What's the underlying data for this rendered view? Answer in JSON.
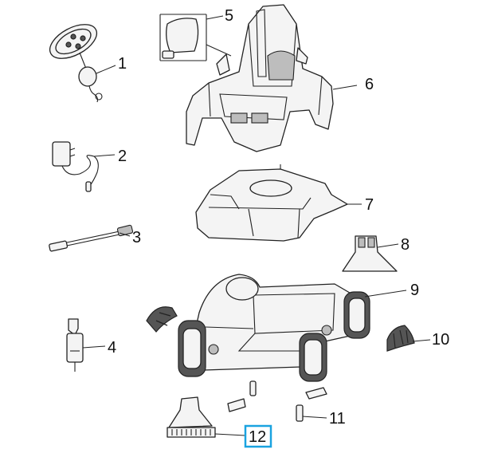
{
  "callouts": [
    {
      "id": "1",
      "label": "1"
    },
    {
      "id": "2",
      "label": "2"
    },
    {
      "id": "3",
      "label": "3"
    },
    {
      "id": "4",
      "label": "4"
    },
    {
      "id": "5",
      "label": "5"
    },
    {
      "id": "6",
      "label": "6"
    },
    {
      "id": "7",
      "label": "7"
    },
    {
      "id": "8",
      "label": "8"
    },
    {
      "id": "9",
      "label": "9"
    },
    {
      "id": "10",
      "label": "10"
    },
    {
      "id": "11",
      "label": "11"
    },
    {
      "id": "12",
      "label": "12"
    }
  ],
  "highlighted_callout": "12",
  "colors": {
    "highlight": "#1aa3e0",
    "line": "#222222"
  }
}
